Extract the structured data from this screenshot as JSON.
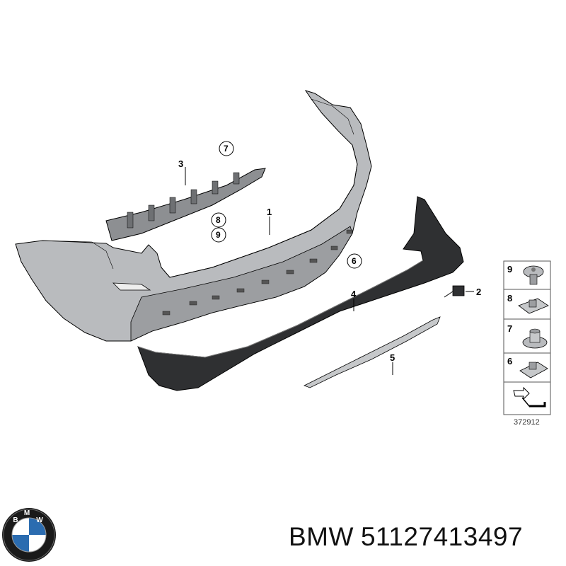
{
  "diagram": {
    "callouts": {
      "c1": "1",
      "c2": "2",
      "c3": "3",
      "c4": "4",
      "c5": "5"
    },
    "circled": {
      "n7": "7",
      "n8": "8",
      "n9": "9",
      "n6": "6"
    },
    "legend": {
      "l9": "9",
      "l8": "8",
      "l7": "7",
      "l6": "6"
    },
    "reference_number": "372912"
  },
  "caption": {
    "brand": "BMW",
    "part_number": "51127413497"
  },
  "logo": {
    "lettering": "BMW",
    "colors": {
      "ring": "#1a1a1a",
      "blue": "#2b6cb0",
      "white": "#ffffff"
    }
  },
  "colors": {
    "bumper_gray": "#b9bbbe",
    "bumper_shade": "#9c9ea1",
    "trim_dark": "#2f3032",
    "outline": "#000000"
  }
}
